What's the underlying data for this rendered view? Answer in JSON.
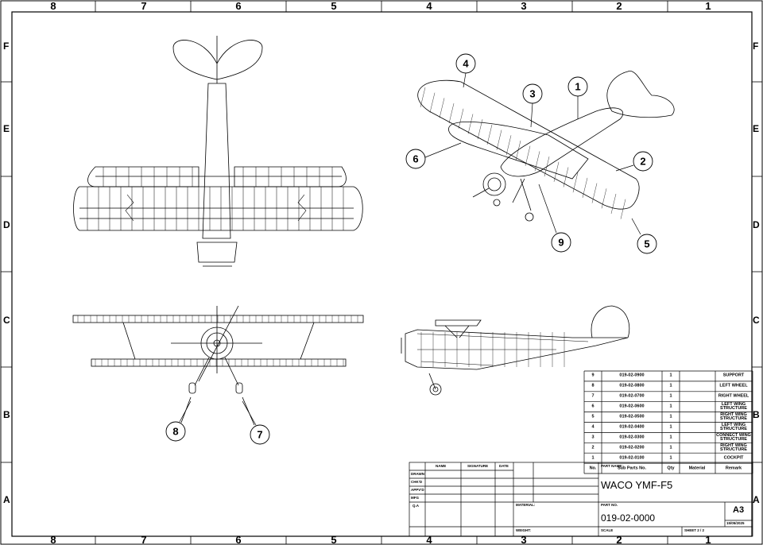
{
  "zones": {
    "columns": [
      "8",
      "7",
      "6",
      "5",
      "4",
      "3",
      "2",
      "1"
    ],
    "rows": [
      "F",
      "E",
      "D",
      "C",
      "B",
      "A"
    ]
  },
  "balloons": [
    "1",
    "2",
    "3",
    "4",
    "5",
    "6",
    "7",
    "8",
    "9"
  ],
  "bom": {
    "headers": {
      "no": "No.",
      "sub_parts_no": "Sub Parts No.",
      "qty": "Qty",
      "material": "Material",
      "remark": "Remark"
    },
    "rows": [
      {
        "no": "9",
        "part": "019-02-0900",
        "qty": "1",
        "material": "",
        "remark": "SUPPORT"
      },
      {
        "no": "8",
        "part": "019-02-0800",
        "qty": "1",
        "material": "",
        "remark": "LEFT WHEEL"
      },
      {
        "no": "7",
        "part": "019-02-0700",
        "qty": "1",
        "material": "",
        "remark": "RIGHT WHEEL"
      },
      {
        "no": "6",
        "part": "019-02-0600",
        "qty": "1",
        "material": "",
        "remark": "LEFT WING STRUCTURE"
      },
      {
        "no": "5",
        "part": "019-02-0500",
        "qty": "1",
        "material": "",
        "remark": "RIGHT WING STRUCTURE"
      },
      {
        "no": "4",
        "part": "019-02-0400",
        "qty": "1",
        "material": "",
        "remark": "LEFT WING STRUCTURE"
      },
      {
        "no": "3",
        "part": "019-02-0300",
        "qty": "1",
        "material": "",
        "remark": "CONNECT WING STRUCTURE"
      },
      {
        "no": "2",
        "part": "019-02-0200",
        "qty": "1",
        "material": "",
        "remark": "RIGHT WING STRUCTURE"
      },
      {
        "no": "1",
        "part": "019-02-0100",
        "qty": "1",
        "material": "",
        "remark": "COCKPIT"
      }
    ]
  },
  "title_block": {
    "headers": {
      "name": "NAME",
      "signature": "SIGNATURE",
      "date": "DATE"
    },
    "roles": [
      "DRAWN",
      "CHK'D",
      "APPV'D",
      "MFG",
      "Q.A"
    ],
    "material_label": "MATERIAL:",
    "weight_label": "WEIGHT:",
    "part_name_label": "PART NAME:",
    "part_name": "WACO YMF-F5",
    "part_no_label": "PART NO.",
    "part_no": "019-02-0000",
    "size": "A3",
    "date": "15/05/2025",
    "scale_label": "SCALE",
    "sheet": "SHEET 2 / 2"
  }
}
